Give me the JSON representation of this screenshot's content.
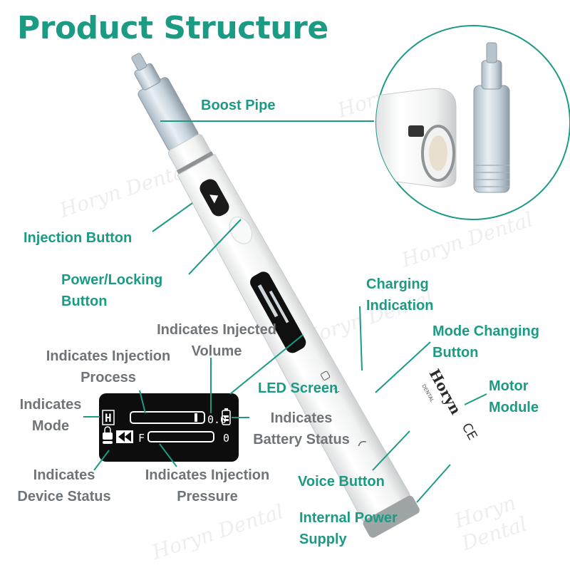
{
  "title": "Product Structure",
  "colors": {
    "accent": "#1b9a84",
    "gray_label": "#6f7478",
    "device_body": "#f3f4f4",
    "screen": "#0d0d0d"
  },
  "labels": {
    "boost_pipe": "Boost Pipe",
    "injection_button": "Injection Button",
    "power_locking_button": [
      "Power/Locking",
      "Button"
    ],
    "charging_indication": [
      "Charging",
      "Indication"
    ],
    "mode_changing_button": [
      "Mode Changing",
      "Button"
    ],
    "motor_module": [
      "Motor",
      "Module"
    ],
    "led_screen": "LED Screen",
    "voice_button": "Voice Button",
    "internal_power_supply": [
      "Internal Power",
      "Supply"
    ],
    "indicates_injected_volume": [
      "Indicates Injected",
      "Volume"
    ],
    "indicates_injection_process": [
      "Indicates Injection",
      "Process"
    ],
    "indicates_mode": [
      "Indicates",
      "Mode"
    ],
    "indicates_battery_status": [
      "Indicates",
      "Battery Status"
    ],
    "indicates_device_status": [
      "Indicates",
      "Device Status"
    ],
    "indicates_injection_pressure": [
      "Indicates Injection",
      "Pressure"
    ]
  },
  "device": {
    "brand": "Horyn",
    "brand_sub": "DENTAL",
    "ce_mark": "CE"
  },
  "screen": {
    "mode_letter": "H",
    "volume_value": "0.0",
    "pressure_letter": "F",
    "pressure_value": "0"
  },
  "watermark": "Horyn Dental",
  "icons": [
    "play-icon",
    "lock-icon",
    "charging-icon",
    "mode-icon",
    "voice-icon",
    "battery-icon",
    "rewind-icon"
  ]
}
